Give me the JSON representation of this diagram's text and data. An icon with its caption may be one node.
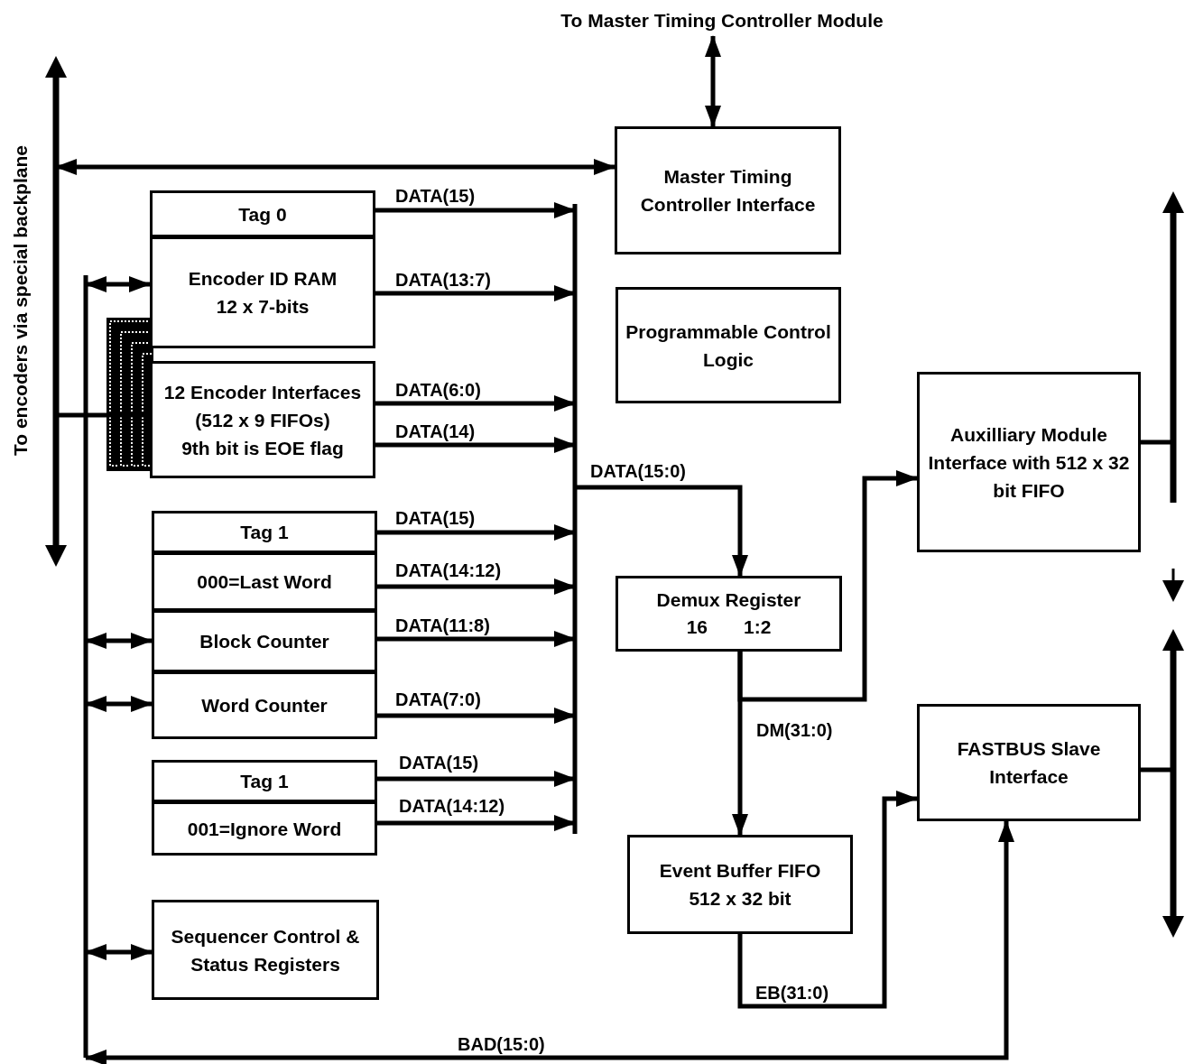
{
  "diagram": {
    "nodes": [
      {
        "text": [
          "To Master Timing Controller Module"
        ]
      },
      {
        "text": [],
        "shape": "bar",
        "beside": [
          "To encoders via special backplane"
        ]
      },
      {
        "text": [
          "Master Timing Controller Interface"
        ]
      },
      {
        "text": [
          "Tag 0"
        ]
      },
      {
        "text": [
          "Encoder ID RAM",
          "12 x 7-bits"
        ]
      },
      {
        "text": [
          "12 Encoder Interfaces (512 x 9 FIFOs)",
          "9th bit is EOE flag"
        ]
      },
      {
        "text": [
          "Programmable Control Logic"
        ]
      },
      {
        "text": [],
        "shape": "bar"
      },
      {
        "text": [],
        "shape": "bar"
      },
      {
        "text": [
          "Tag 1"
        ]
      },
      {
        "text": [
          "000=Last Word"
        ]
      },
      {
        "text": [
          "Block Counter"
        ]
      },
      {
        "text": [
          "Word Counter"
        ]
      },
      {
        "text": [
          "Tag 1"
        ]
      },
      {
        "text": [
          "001=Ignore Word"
        ]
      },
      {
        "text": [
          "Auxilliary Module Interface with 512 x 32 bit FIFO"
        ]
      },
      {
        "text": [
          "Demux Register",
          "16",
          "1:2"
        ]
      },
      {
        "text": [],
        "shape": "bar"
      },
      {
        "text": [
          "FASTBUS Slave Interface"
        ]
      },
      {
        "text": [],
        "shape": "bar"
      },
      {
        "text": [
          "Event Buffer FIFO",
          "512 x 32 bit"
        ]
      },
      {
        "text": [
          "Sequencer Control & Status Registers"
        ]
      }
    ],
    "edges": [
      {
        "from": 2,
        "to": 0,
        "arrow": "both"
      },
      {
        "from": 1,
        "to": 2,
        "arrow": "both"
      },
      {
        "from": 1,
        "to": 5,
        "arrow": "none"
      },
      {
        "from": 7,
        "to": 4,
        "arrow": "both"
      },
      {
        "from": 7,
        "to": 11,
        "arrow": "both"
      },
      {
        "from": 7,
        "to": 12,
        "arrow": "both"
      },
      {
        "from": 7,
        "to": 21,
        "arrow": "both"
      },
      {
        "from": 7,
        "to": 18,
        "arrow": "both",
        "label": "BAD(15:0)"
      },
      {
        "from": 3,
        "to": 8,
        "arrow": "to",
        "label": "DATA(15)"
      },
      {
        "from": 4,
        "to": 8,
        "arrow": "to",
        "label": "DATA(13:7)"
      },
      {
        "from": 5,
        "to": 8,
        "arrow": "to",
        "label": "DATA(6:0)"
      },
      {
        "from": 5,
        "to": 8,
        "arrow": "to",
        "label": "DATA(14)"
      },
      {
        "from": 9,
        "to": 8,
        "arrow": "to",
        "label": "DATA(15)"
      },
      {
        "from": 10,
        "to": 8,
        "arrow": "to",
        "label": "DATA(14:12)"
      },
      {
        "from": 11,
        "to": 8,
        "arrow": "to",
        "label": "DATA(11:8)"
      },
      {
        "from": 12,
        "to": 8,
        "arrow": "to",
        "label": "DATA(7:0)"
      },
      {
        "from": 13,
        "to": 8,
        "arrow": "to",
        "label": "DATA(15)"
      },
      {
        "from": 14,
        "to": 8,
        "arrow": "to",
        "label": "DATA(14:12)"
      },
      {
        "from": 8,
        "to": 16,
        "arrow": "to",
        "label": "DATA(15:0)"
      },
      {
        "from": 16,
        "to": 15,
        "arrow": "to"
      },
      {
        "from": 16,
        "to": 20,
        "arrow": "to",
        "label": "DM(31:0)"
      },
      {
        "from": 15,
        "to": 17,
        "arrow": "none"
      },
      {
        "from": 18,
        "to": 19,
        "arrow": "none"
      },
      {
        "from": 20,
        "to": 18,
        "arrow": "to",
        "label": "EB(31:0)"
      }
    ]
  }
}
